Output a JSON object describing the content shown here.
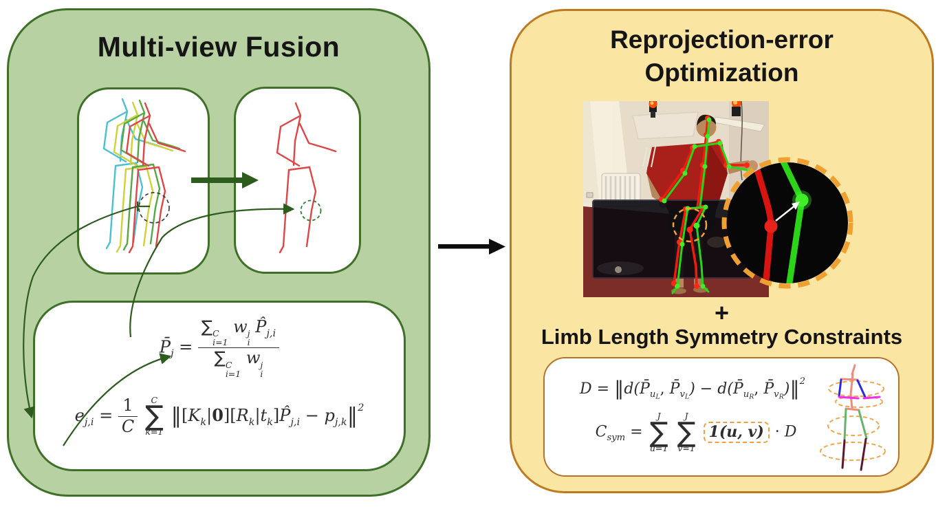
{
  "left_panel": {
    "title": "Multi-view Fusion"
  },
  "right_panel": {
    "title_line1": "Reprojection-error",
    "title_line2": "Optimization",
    "plus": "+",
    "subtitle": "Limb Length Symmetry Constraints"
  },
  "equations": {
    "fusion": {
      "lhs": "P̄",
      "lhs_sub": "j",
      "rel": "=",
      "sum": "∑",
      "lim_hi": "C",
      "lim_lo": "i=1",
      "w": "w",
      "w_sup": "j",
      "w_sub": "i",
      "p_hat": "P̂",
      "p_sub": "j,i"
    },
    "reproj": {
      "lhs": "e",
      "lhs_sub": "j,i",
      "rel": "=",
      "num": "1",
      "den": "C",
      "sum": "∑",
      "lim_hi": "C",
      "lim_lo": "k=1",
      "norm": "∥",
      "b1": "[",
      "K": "K",
      "K_sub": "k",
      "bar": "|",
      "zero": "0",
      "b2": "][",
      "R": "R",
      "R_sub": "k",
      "t": "t",
      "t_sub": "k",
      "b3": "]",
      "p_hat": "P̂",
      "p_sub": "j,i",
      "minus": "−",
      "p": "p",
      "pk_sub": "j,k",
      "exp": "2"
    },
    "limb_d": {
      "lhs": "D",
      "rel": "=",
      "norm": "∥",
      "d_open": "d(",
      "p_bar": "P̄",
      "u": "u",
      "v": "v",
      "L": "L",
      "R": "R",
      "comma": ",",
      "mid": ") − d(",
      "close": ")",
      "exp": "2"
    },
    "limb_csym": {
      "lhs": "C",
      "lhs_sub": "sym",
      "rel": "=",
      "sum": "∑",
      "lim_hi": "J",
      "lim_lo_u": "u=1",
      "lim_lo_v": "v=1",
      "indicator": "1(u, v)",
      "dot": "·",
      "D": "D"
    }
  },
  "colors": {
    "left_panel_fill": "#b8d1a2",
    "left_panel_border": "#3f7028",
    "right_panel_fill": "#fbe5a3",
    "right_panel_border": "#bf7a21",
    "flow_arrow_green": "#2d5c1e",
    "flow_arrow_black": "#0d0d0d",
    "highlight_orange_dashed": "#f0a030",
    "skeleton_view_colors": [
      "#4bbfd4",
      "#cfd13b",
      "#57a745",
      "#e04545"
    ],
    "fused_skeleton_color": "#e04545",
    "reproj_detected_color": "#ee1c10",
    "reproj_optimized_color": "#2bd418",
    "limb_pair_colors": [
      "#2a2ae0",
      "#ee30ee",
      "#62b56a",
      "#5c1630"
    ]
  }
}
